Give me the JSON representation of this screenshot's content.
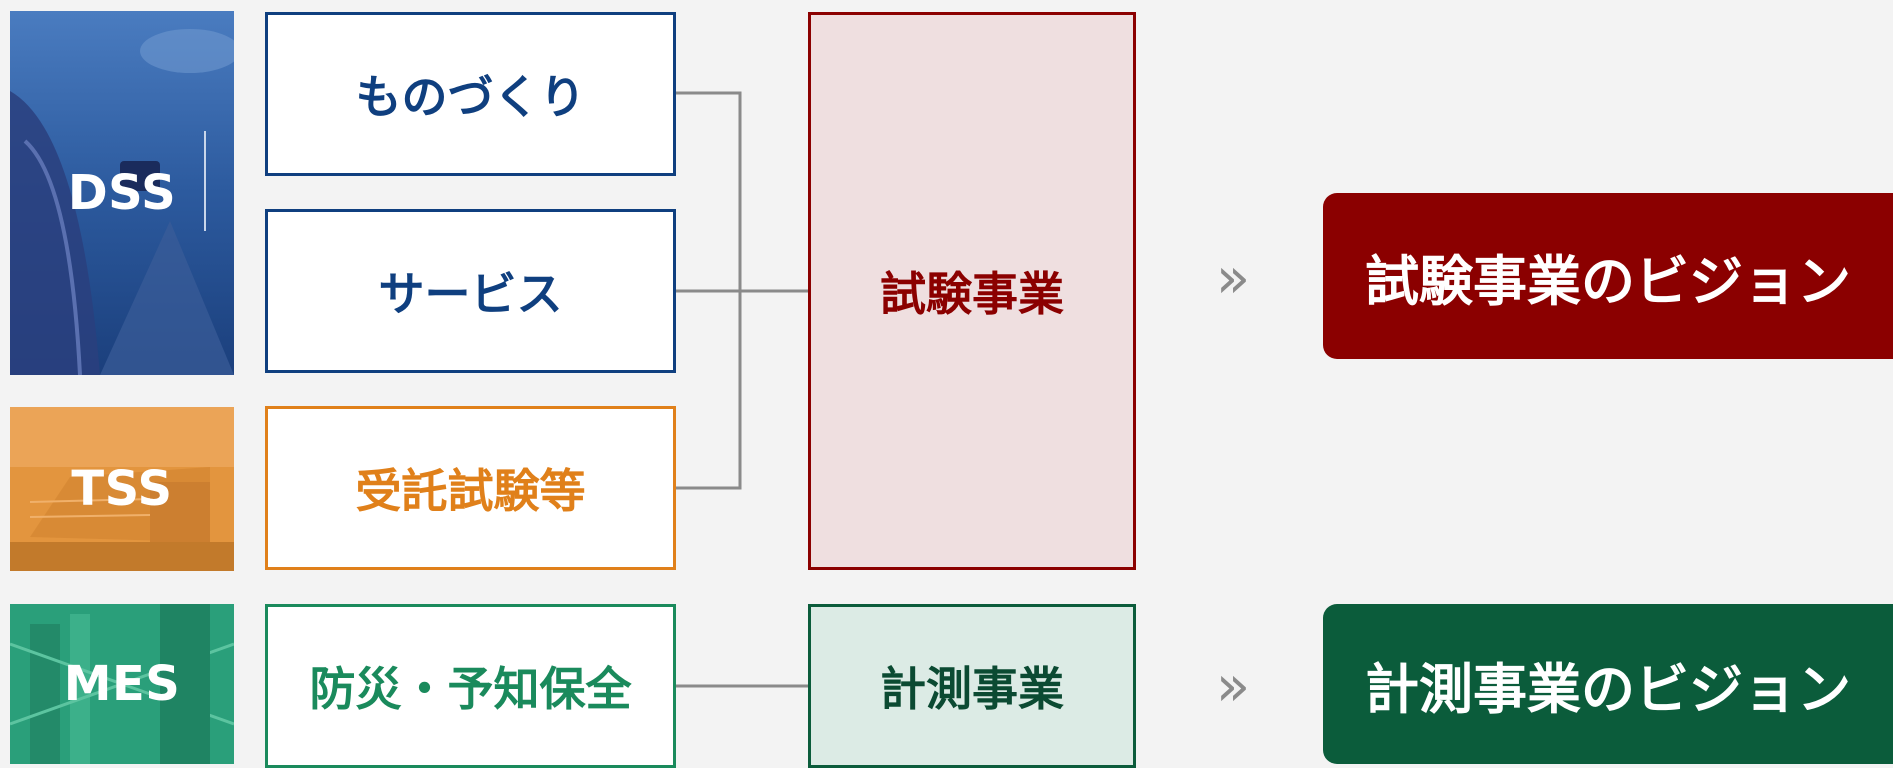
{
  "tiles": {
    "dss": "DSS",
    "tss": "TSS",
    "mes": "MES"
  },
  "segments": {
    "monozukuri": "ものづくり",
    "service": "サービス",
    "jutaku": "受託試験等",
    "bosai": "防災・予知保全"
  },
  "businesses": {
    "shiken": "試験事業",
    "keisoku": "計測事業"
  },
  "arrows": {
    "glyph": "»"
  },
  "visions": {
    "shiken": "試験事業のビジョン",
    "keisoku": "計測事業のビジョン"
  },
  "colors": {
    "dss": "#1d4f8f",
    "tss": "#e0913a",
    "mes": "#1f9a76",
    "shiken": "#8b0000",
    "keisoku": "#0b5c3b",
    "connector": "#8a8a8a"
  }
}
